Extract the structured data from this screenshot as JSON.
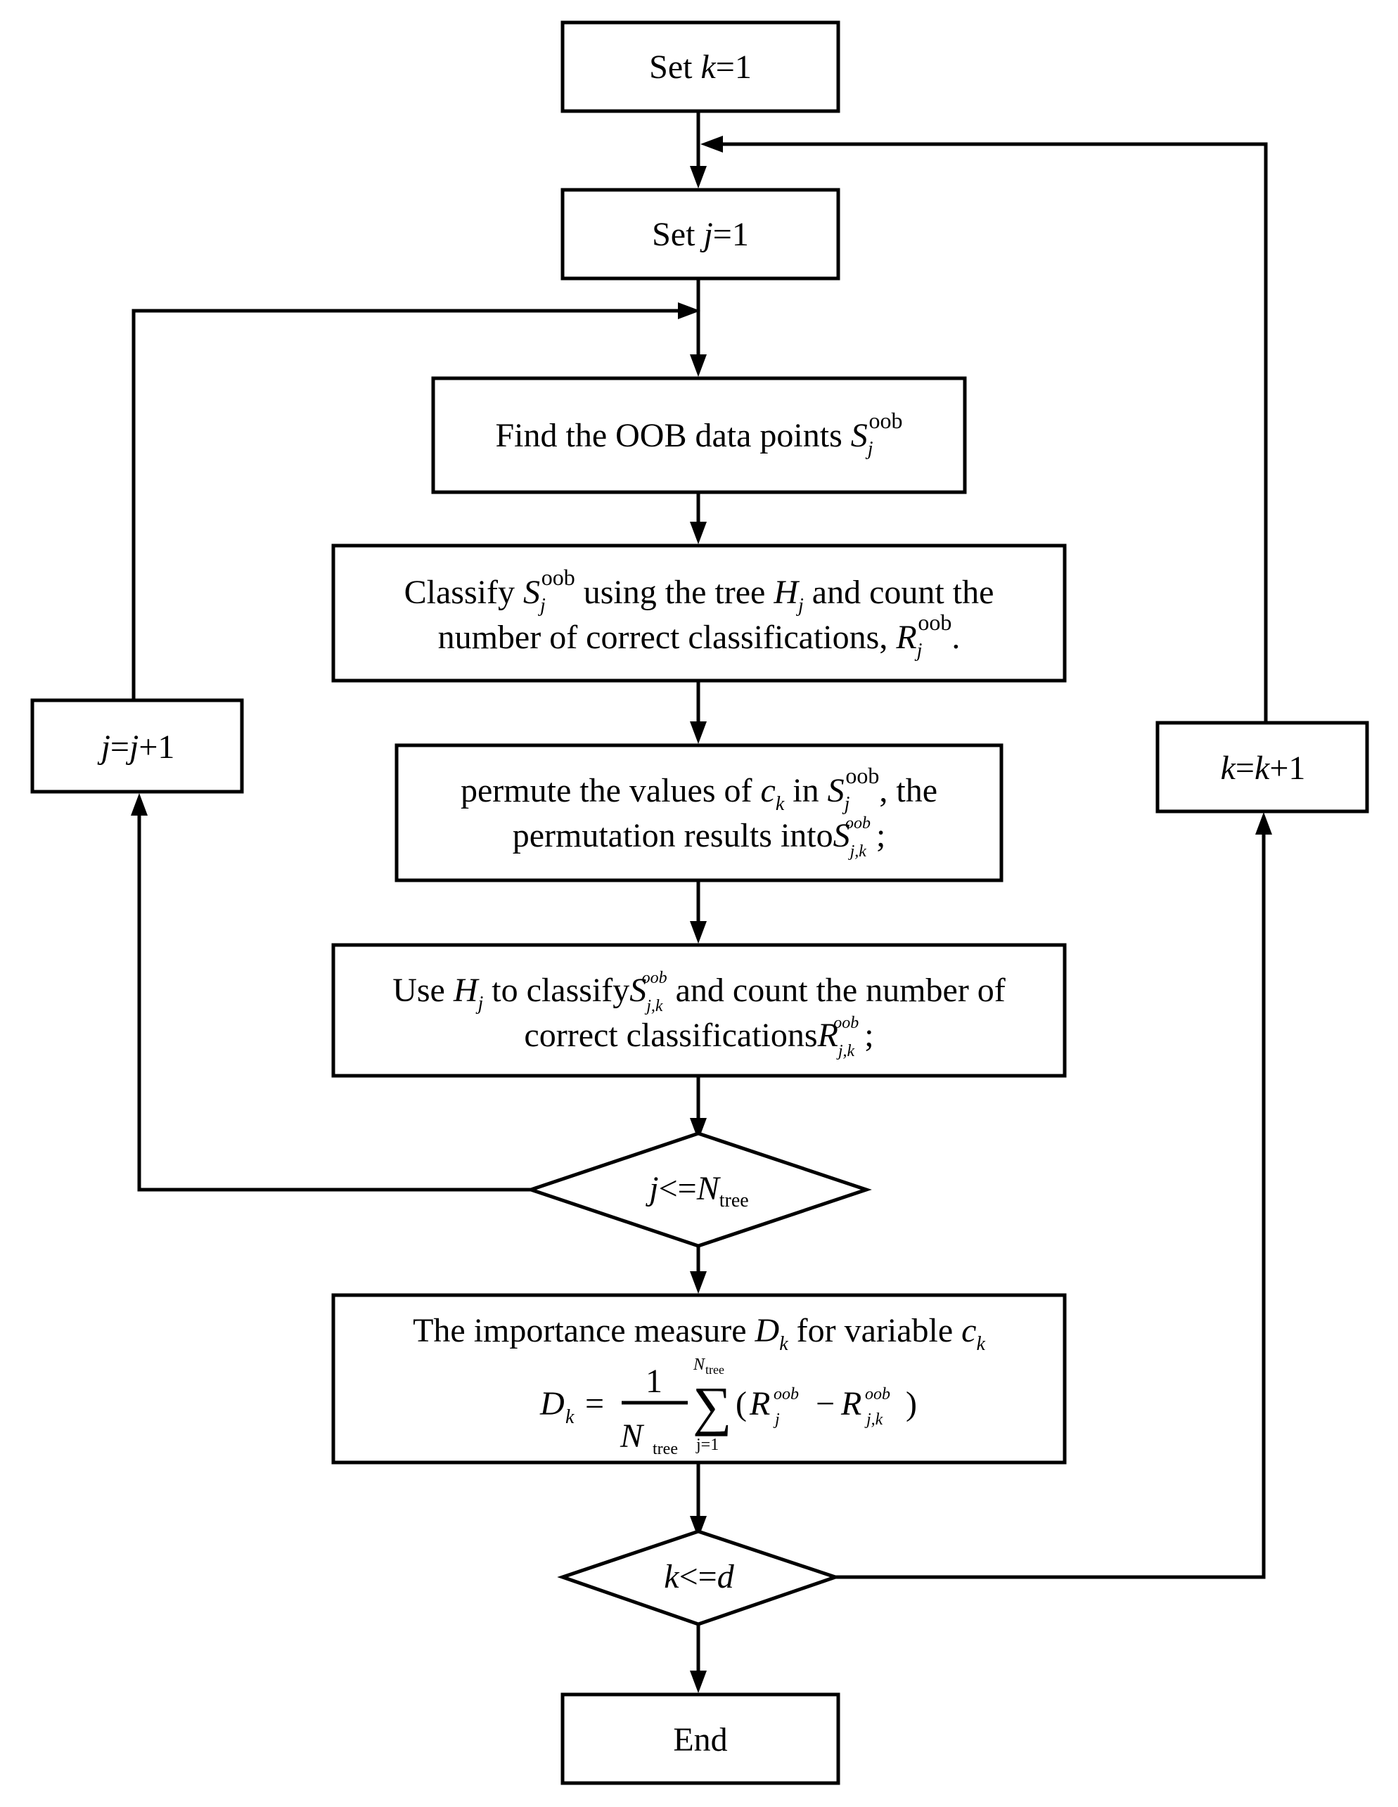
{
  "nodes": {
    "set_k": {
      "prefix": "Set ",
      "var": "k",
      "suffix": "=1"
    },
    "set_j": {
      "prefix": "Set ",
      "var": "j",
      "suffix": "=1"
    },
    "find_oob": {
      "text": "Find the OOB data points ",
      "sym": "S",
      "sub": "j",
      "sup": "oob"
    },
    "classify": {
      "t1": "Classify ",
      "sym1": "S",
      "sub1": "j",
      "sup1": "oob",
      "t2": " using the tree ",
      "sym2": "H",
      "sub2": "j",
      "t3": " and count the",
      "line2": "number of correct classifications, ",
      "sym3": "R",
      "sub3": "j",
      "sup3": "oob",
      "end": "."
    },
    "permute": {
      "t1": "permute the values of ",
      "sym1": "c",
      "sub1": "k",
      "t2": " in ",
      "sym2": "S",
      "sub2": "j",
      "sup2": "oob",
      "t3": ", the",
      "line2": "permutation results into",
      "sym3": "S",
      "sub3": "j,k",
      "sup3": "oob",
      "end": ";"
    },
    "use_h": {
      "t1": "Use ",
      "sym1": "H",
      "sub1": "j",
      "t2": " to classify",
      "sym2": "S",
      "sub2": "j,k",
      "sup2": "oob",
      "t3": " and count the number of",
      "line2": "correct classifications",
      "sym3": "R",
      "sub3": "j,k",
      "sup3": "oob",
      "end": ";"
    },
    "cond_j": {
      "var": "j",
      "op": "<=",
      "sym": "N",
      "sub": "tree"
    },
    "importance": {
      "t1": "The importance measure ",
      "sym1": "D",
      "sub1": "k",
      "t2": " for variable ",
      "sym2": "c",
      "sub2": "k",
      "f_lhs": "D",
      "f_lhs_sub": "k",
      "f_eq": "=",
      "f_num": "1",
      "f_den": "N",
      "f_den_sub": "tree",
      "f_sigma": "∑",
      "f_top": "N",
      "f_top_sub": "tree",
      "f_bottom": "j=1",
      "f_open": "(",
      "f_r1": "R",
      "f_r1_sub": "j",
      "f_r1_sup": "oob",
      "f_minus": "−",
      "f_r2": "R",
      "f_r2_sub": "j,k",
      "f_r2_sup": "oob",
      "f_close": ")"
    },
    "cond_k": {
      "var1": "k",
      "op": "<=",
      "var2": "d"
    },
    "end": {
      "text": "End"
    },
    "j_inc": {
      "v1": "j",
      "eq": "=",
      "v2": "j",
      "plus": "+1"
    },
    "k_inc": {
      "v1": "k",
      "eq": "=",
      "v2": "k",
      "plus": "+1"
    }
  }
}
